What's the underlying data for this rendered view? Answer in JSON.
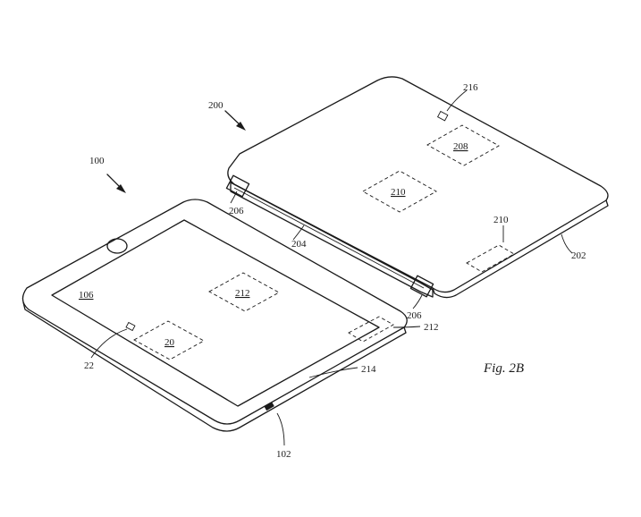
{
  "figure": {
    "caption": "Fig. 2B"
  },
  "labels": {
    "ref_100": "100",
    "ref_200": "200",
    "ref_216": "216",
    "ref_208": "208",
    "ref_210_center": "210",
    "ref_210_side": "210",
    "ref_202": "202",
    "ref_206_top": "206",
    "ref_204": "204",
    "ref_206_bottom": "206",
    "ref_106": "106",
    "ref_212_center": "212",
    "ref_212_side": "212",
    "ref_20": "20",
    "ref_22": "22",
    "ref_214": "214",
    "ref_102": "102"
  }
}
